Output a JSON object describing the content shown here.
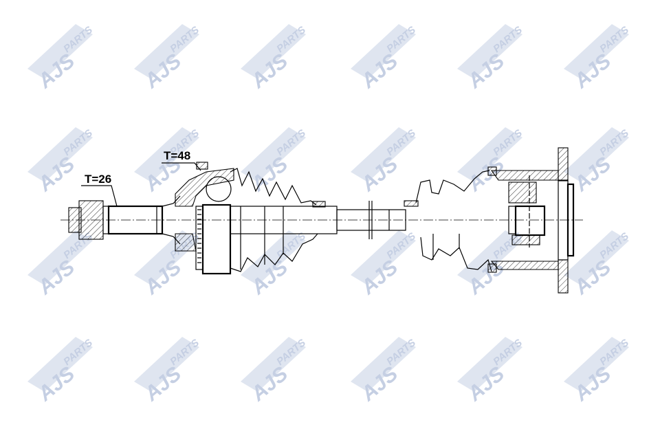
{
  "watermark": {
    "brand": "AJS",
    "suffix": "PARTS",
    "color": "#c5cfe3"
  },
  "dimensions": {
    "inner_spline": "T=26",
    "abs_ring": "T=48"
  }
}
